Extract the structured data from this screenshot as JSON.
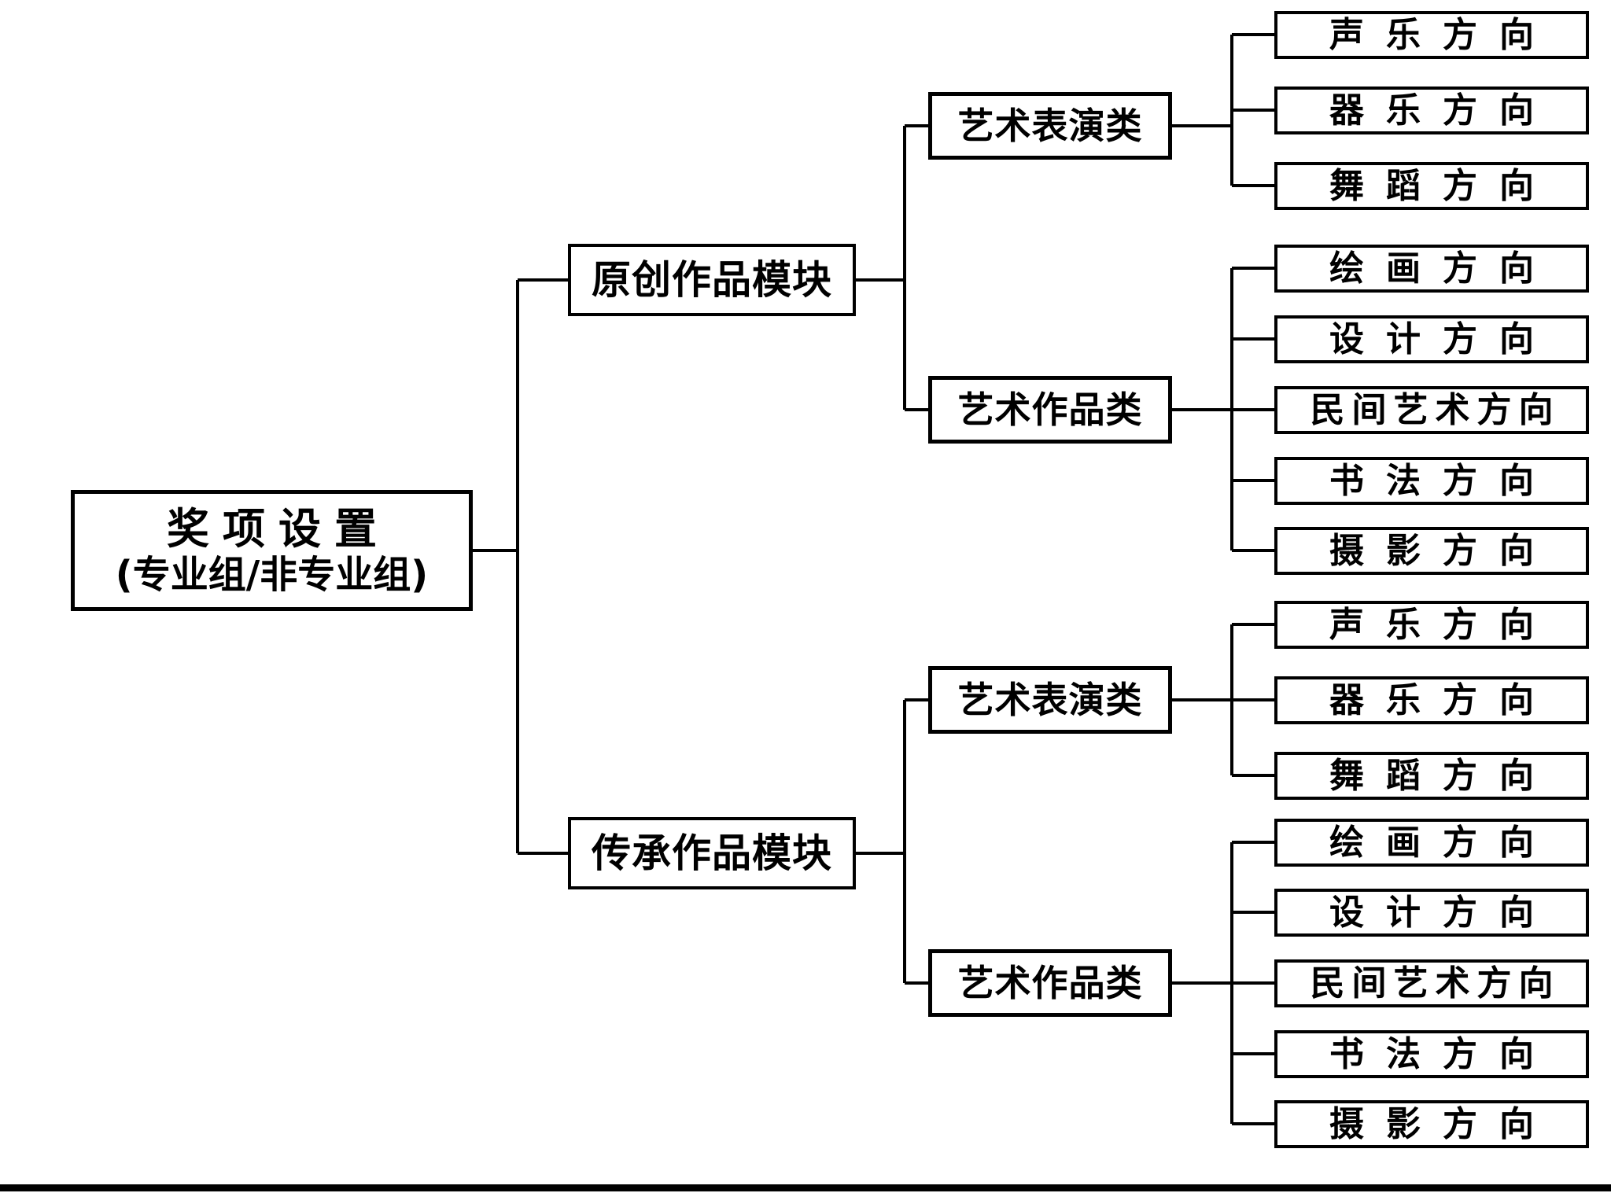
{
  "diagram": {
    "title_line1": "奖项设置",
    "title_line2": "(专业组/非专业组)",
    "modules": [
      {
        "label": "原创作品模块"
      },
      {
        "label": "传承作品模块"
      }
    ],
    "categories": [
      {
        "label": "艺术表演类"
      },
      {
        "label": "艺术作品类"
      }
    ],
    "performance_directions": [
      {
        "label": "声乐方向"
      },
      {
        "label": "器乐方向"
      },
      {
        "label": "舞蹈方向"
      }
    ],
    "artwork_directions": [
      {
        "label": "绘画方向"
      },
      {
        "label": "设计方向"
      },
      {
        "label": "民间艺术方向"
      },
      {
        "label": "书法方向"
      },
      {
        "label": "摄影方向"
      }
    ],
    "colors": {
      "stroke": "#000000",
      "fill": "#ffffff",
      "text": "#000000"
    }
  }
}
